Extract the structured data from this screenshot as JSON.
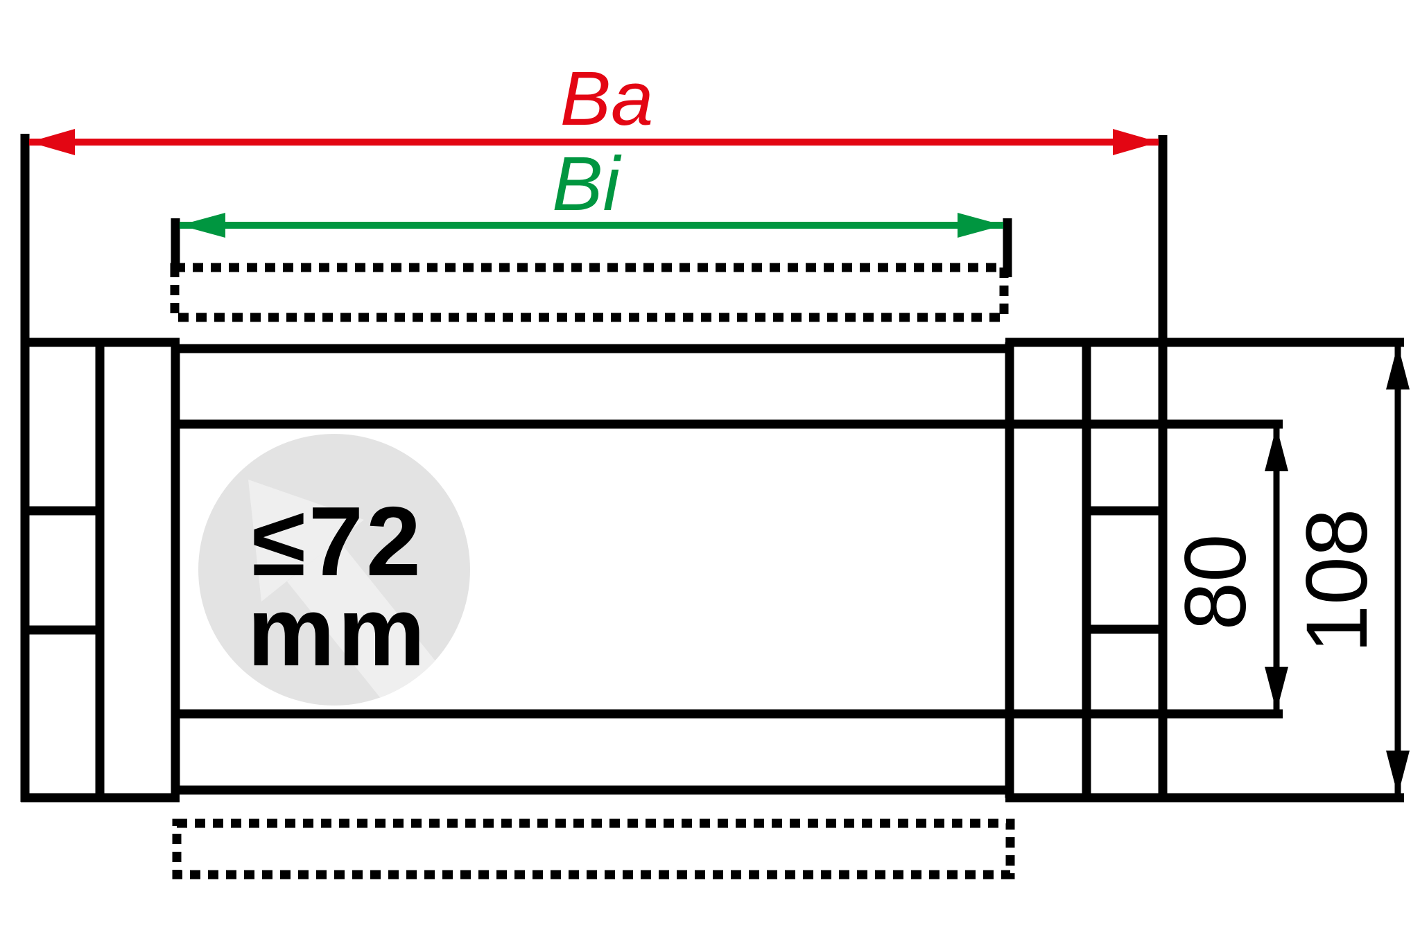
{
  "labels": {
    "outer_width": "Ba",
    "inner_width": "Bi",
    "inner_height": "80",
    "outer_height": "108",
    "cable_max_line1": "≤72",
    "cable_max_line2": "mm"
  },
  "colors": {
    "outer_width_dim": "#e30613",
    "inner_width_dim": "#009640",
    "line": "#000000",
    "watermark_circle": "#e3e3e3",
    "watermark_arrow": "#efefef"
  }
}
